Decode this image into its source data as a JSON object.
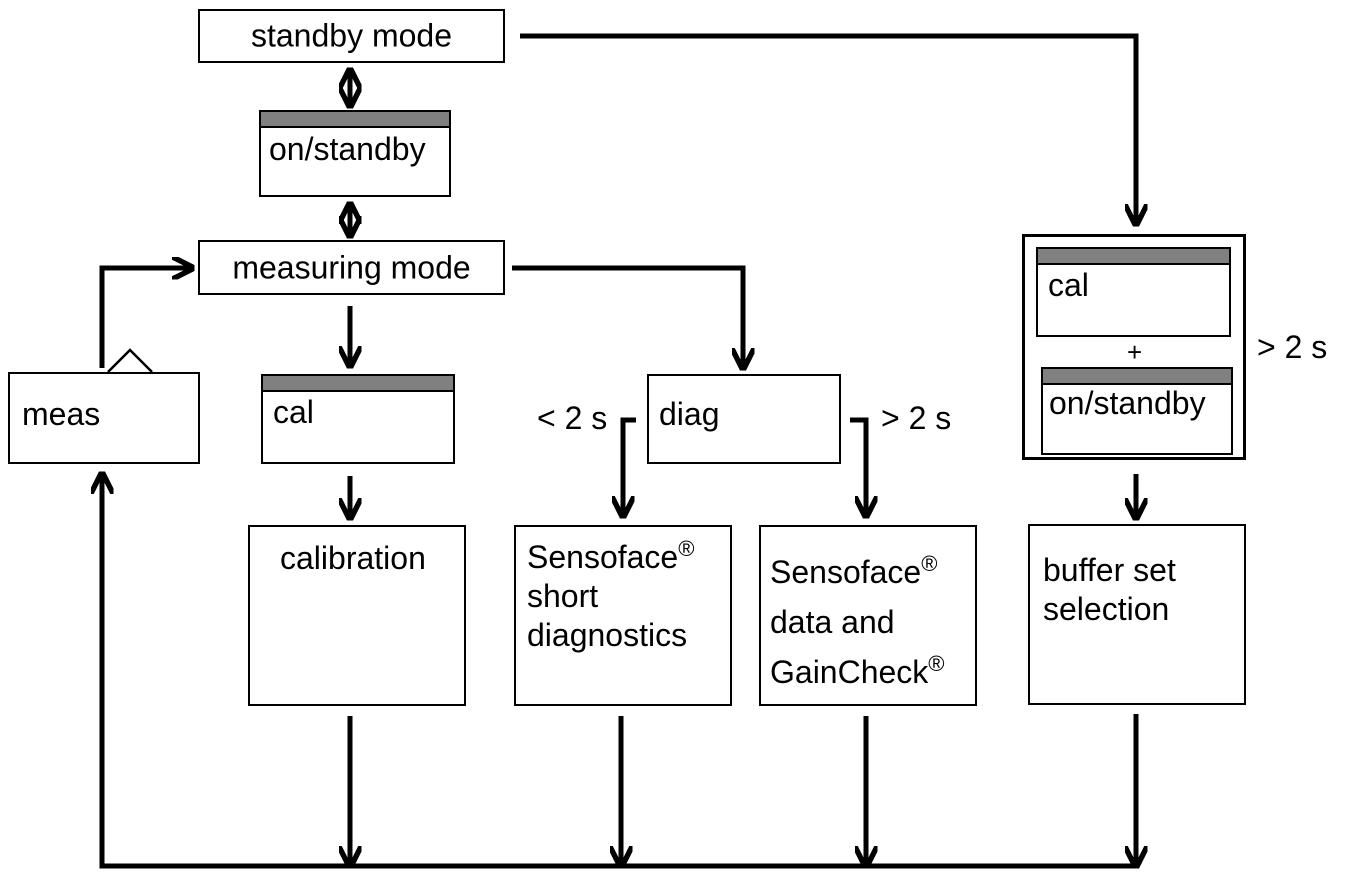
{
  "modes": {
    "standby": "standby mode",
    "measuring": "measuring mode"
  },
  "keys": {
    "on_standby": "on/standby",
    "cal": "cal",
    "diag": "diag",
    "meas": "meas",
    "combo_cal": "cal",
    "combo_plus": "+",
    "combo_on_standby": "on/standby"
  },
  "timing": {
    "diag_short": "< 2 s",
    "diag_long": "> 2 s",
    "combo_hold": "> 2 s"
  },
  "results": {
    "calibration": "calibration",
    "short_diag": {
      "line1": "Sensoface",
      "line1_mark": "®",
      "line2": "short",
      "line3": "diagnostics"
    },
    "data_gaincheck": {
      "line1": "Sensoface",
      "line1_mark": "®",
      "line2": "data and",
      "line3": "GainCheck",
      "line3_mark": "®"
    },
    "buffer": {
      "line1": "buffer set",
      "line2": "selection"
    }
  }
}
